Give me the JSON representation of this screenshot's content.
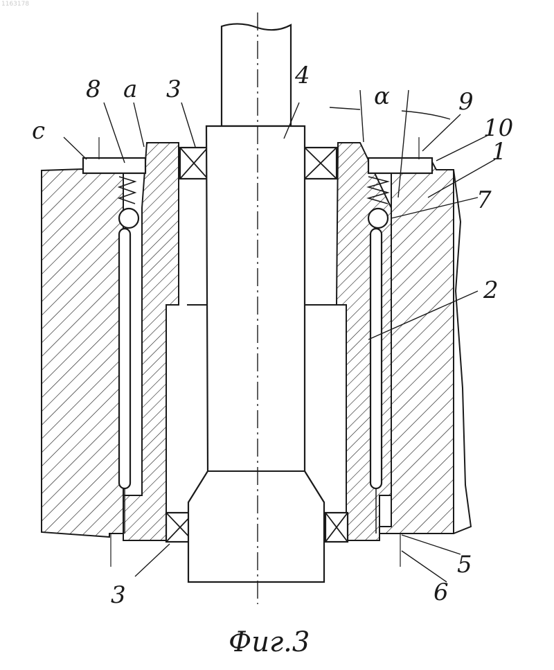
{
  "figure": {
    "caption": "Фиг.3",
    "corner_mark": "1163178"
  },
  "labels": {
    "c": "c",
    "n8": "8",
    "a": "a",
    "n3_top": "3",
    "n4": "4",
    "alpha": "α",
    "n9": "9",
    "n10": "10",
    "n1": "1",
    "n7": "7",
    "n2": "2",
    "n5": "5",
    "n6": "6",
    "n3_bottom": "3"
  },
  "colors": {
    "ink": "#1a1a1a",
    "paper": "#ffffff"
  }
}
